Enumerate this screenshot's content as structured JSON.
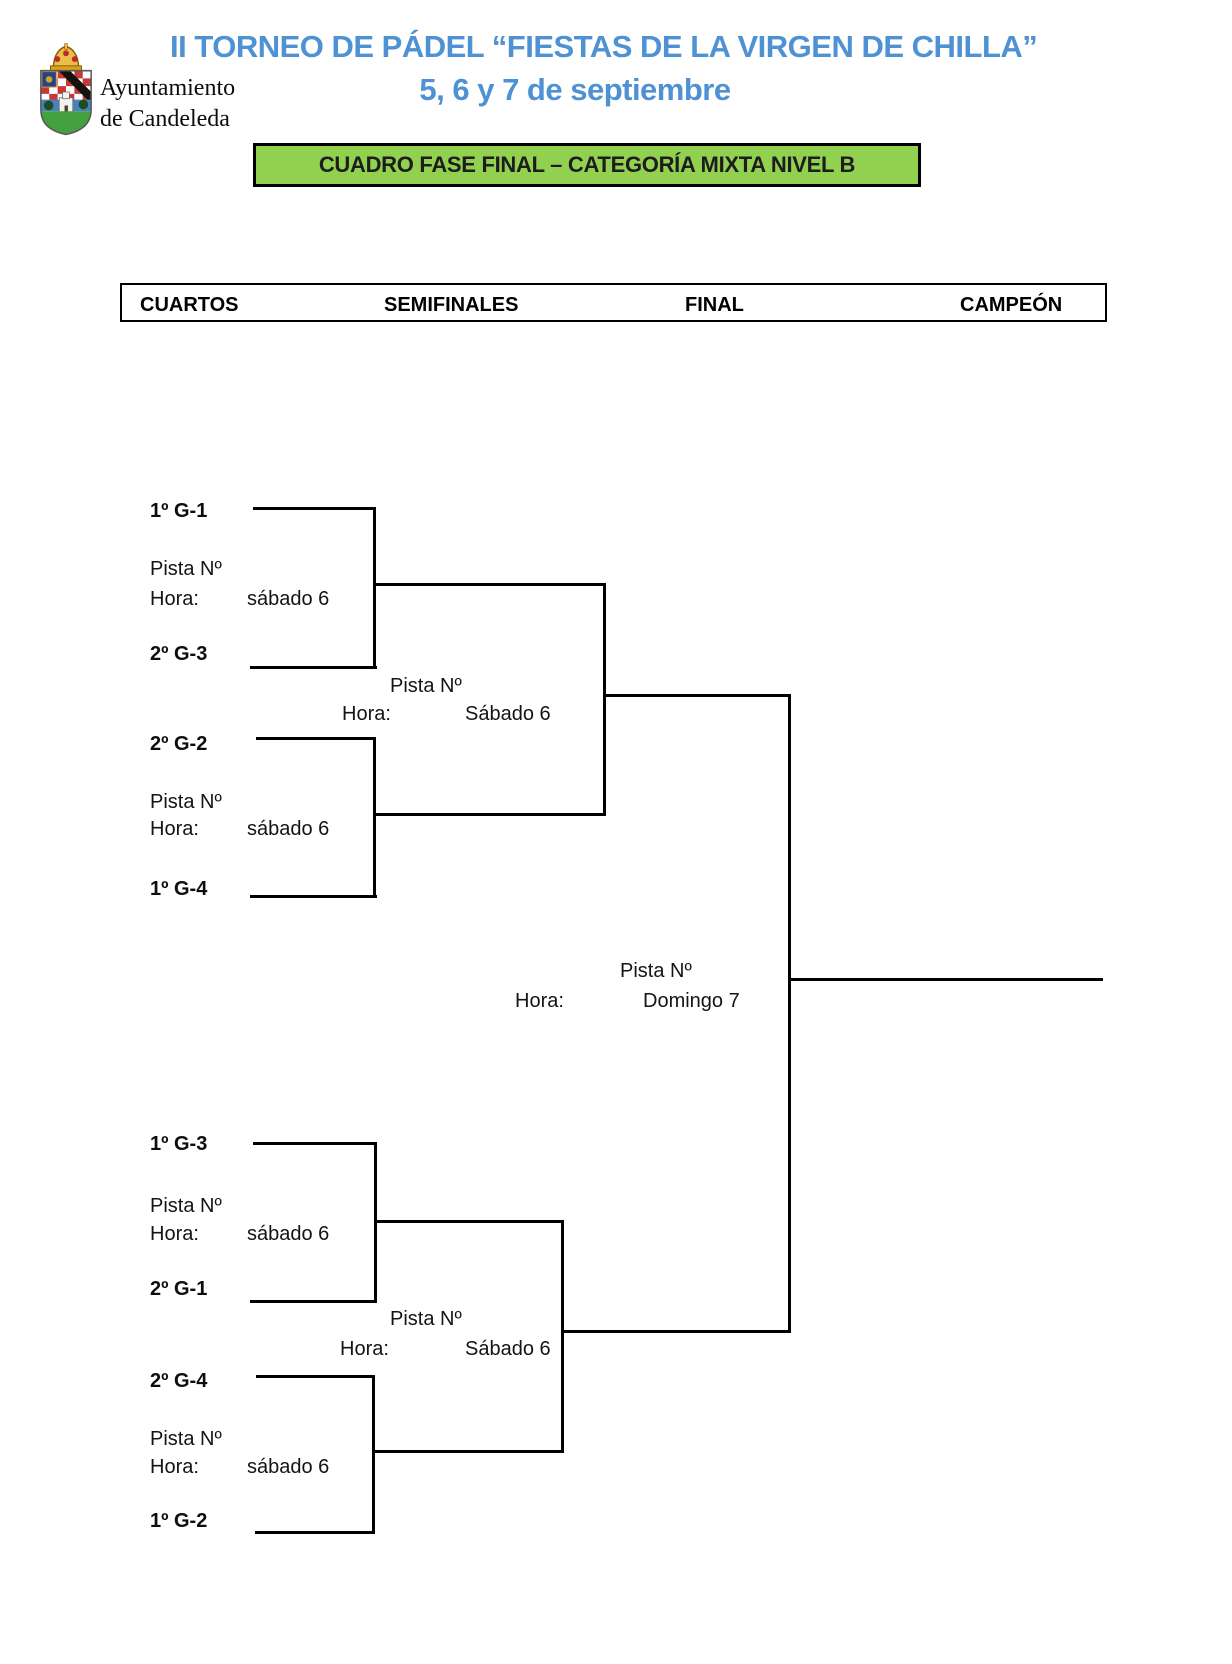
{
  "document": {
    "org": {
      "line1": "Ayuntamiento",
      "line2": "de Candeleda"
    },
    "title": {
      "line1": "II TORNEO DE PÁDEL “FIESTAS DE LA VIRGEN DE CHILLA”",
      "line2": "5, 6 y 7 de septiembre"
    },
    "banner": {
      "text": "CUADRO FASE FINAL – CATEGORÍA MIXTA NIVEL B",
      "bg_color": "#92d050"
    },
    "colors": {
      "title_blue": "#4e92d3",
      "banner_green": "#92d050",
      "line_black": "#000000"
    }
  },
  "round_headers": [
    "CUARTOS",
    "SEMIFINALES",
    "FINAL",
    "CAMPEÓN"
  ],
  "bracket": {
    "quarterfinals": [
      {
        "top_seed": "1º G-1",
        "bottom_seed": "2º G-3",
        "pista_label": "Pista Nº",
        "hora_label": "Hora:",
        "schedule": "sábado 6"
      },
      {
        "top_seed": "2º G-2",
        "bottom_seed": "1º G-4",
        "pista_label": "Pista Nº",
        "hora_label": "Hora:",
        "schedule": "sábado 6"
      },
      {
        "top_seed": "1º G-3",
        "bottom_seed": "2º G-1",
        "pista_label": "Pista Nº",
        "hora_label": "Hora:",
        "schedule": "sábado 6"
      },
      {
        "top_seed": "2º G-4",
        "bottom_seed": "1º G-2",
        "pista_label": "Pista Nº",
        "hora_label": "Hora:",
        "schedule": "sábado 6"
      }
    ],
    "semifinals": [
      {
        "pista_label": "Pista Nº",
        "hora_label": "Hora:",
        "schedule": "Sábado 6"
      },
      {
        "pista_label": "Pista Nº",
        "hora_label": "Hora:",
        "schedule": "Sábado 6"
      }
    ],
    "final": {
      "pista_label": "Pista Nº",
      "hora_label": "Hora:",
      "schedule": "Domingo 7"
    }
  }
}
